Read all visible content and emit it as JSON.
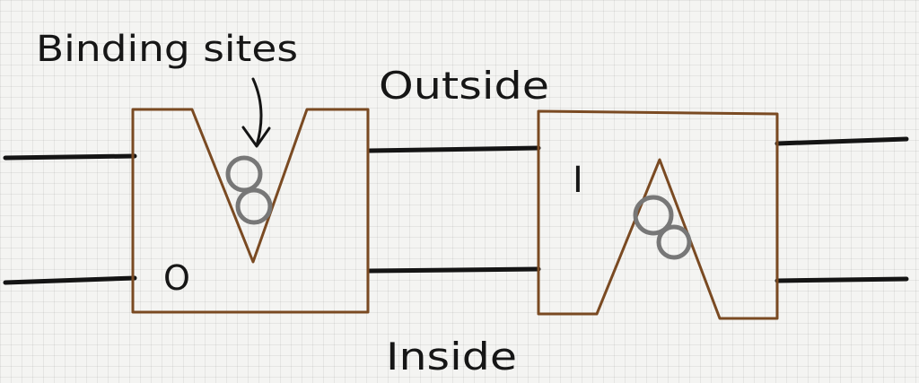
{
  "labels": {
    "binding_sites": "Binding sites",
    "outside": "Outside",
    "inside": "Inside",
    "state_outward": "O",
    "state_inward": "I"
  },
  "colors": {
    "membrane": "#141414",
    "protein_outline": "#7a4a22",
    "protein_fill": "#ffffff",
    "binding_site": "#777777",
    "text": "#161616"
  }
}
